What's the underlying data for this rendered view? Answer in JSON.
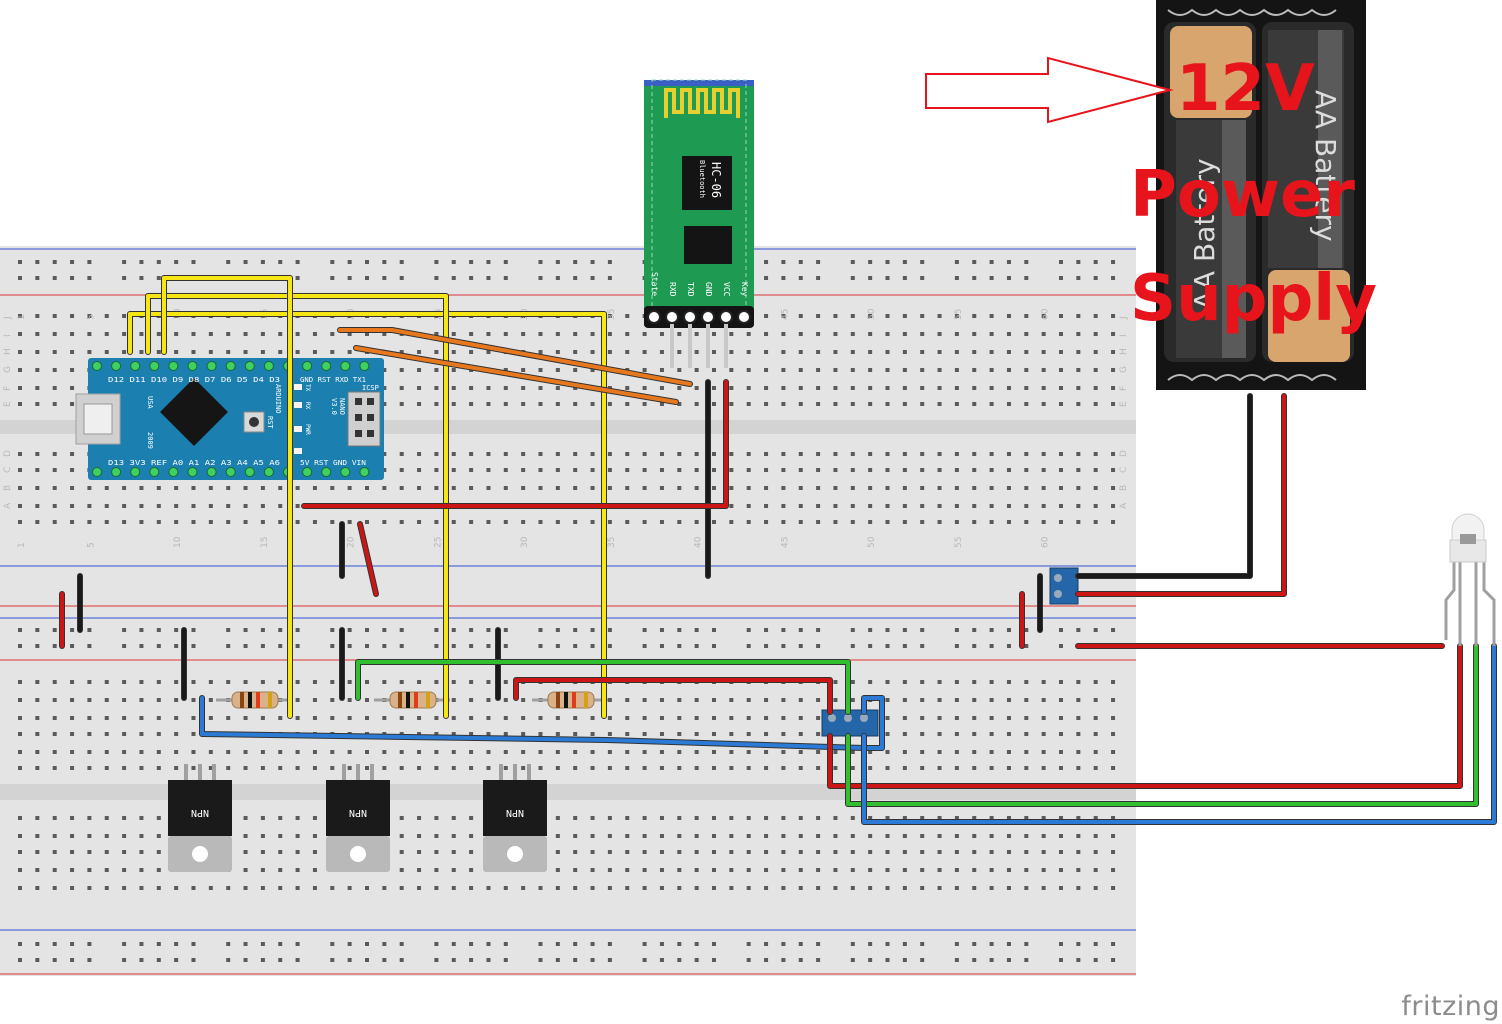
{
  "arduino": {
    "top_pins": "D12 D11 D10 D9  D8  D7  D6  D5  D4  D3",
    "top_pins_right": "GND RST RXD TX1",
    "bottom_pins": "D13 3V3 REF A0  A1  A2  A3  A4  A5  A6",
    "bottom_pins_right": "5V  RST GND VIN",
    "name_lines": [
      "ARDUINO",
      "NANO",
      "V3.0"
    ],
    "usa": "USA",
    "year": "2009",
    "rst": "RST",
    "led_labels": [
      "TX",
      "RX",
      "PWR"
    ],
    "icsp": "ICSP"
  },
  "hc06": {
    "model": "HC-06",
    "sub": "Bluetooth",
    "pins": [
      "State",
      "RXD",
      "TXD",
      "GND",
      "VCC",
      "Key"
    ]
  },
  "battery": {
    "cells": [
      "AA Battery",
      "AA Battery"
    ]
  },
  "annotation": {
    "lines": [
      "12V",
      "Power",
      "Supply"
    ]
  },
  "transistor": {
    "label": "NPN"
  },
  "breadboard": {
    "rows_upper": [
      "J",
      "I",
      "H",
      "G",
      "F",
      "E",
      "D",
      "C",
      "B",
      "A"
    ],
    "cols": [
      "1",
      "5",
      "10",
      "15",
      "20",
      "25",
      "30",
      "35",
      "40",
      "45",
      "50",
      "55",
      "60"
    ]
  },
  "colors": {
    "wire_yellow": "#f5e614",
    "wire_orange": "#e8781e",
    "wire_red": "#cc1616",
    "wire_black": "#1a1a1a",
    "wire_green": "#2fbf2f",
    "wire_blue": "#2a7ad6",
    "nano_blue": "#1b7fb0",
    "hc06_green": "#1f9a53",
    "annotation_red": "#e8141c"
  },
  "brand": "fritzing"
}
